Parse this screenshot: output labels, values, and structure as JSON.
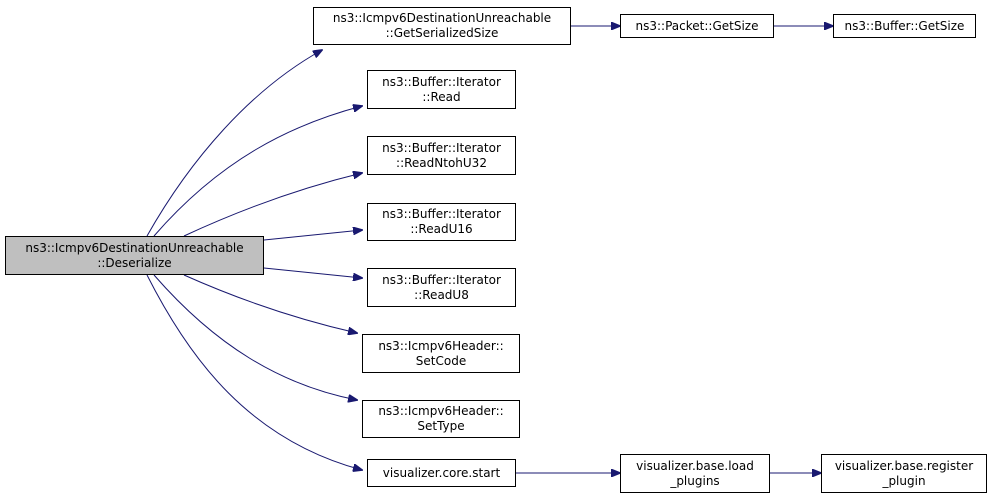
{
  "colors": {
    "edge": "#191970",
    "node_border": "#000000",
    "root_fill": "#bfbfbf",
    "node_fill": "#ffffff"
  },
  "nodes": [
    {
      "id": "deserialize",
      "lines": [
        "ns3::Icmpv6DestinationUnreachable",
        "::Deserialize"
      ],
      "root": true
    },
    {
      "id": "get-serialized-size",
      "lines": [
        "ns3::Icmpv6DestinationUnreachable",
        "::GetSerializedSize"
      ]
    },
    {
      "id": "packet-get-size",
      "lines": [
        "ns3::Packet::GetSize"
      ]
    },
    {
      "id": "buffer-get-size",
      "lines": [
        "ns3::Buffer::GetSize"
      ]
    },
    {
      "id": "iterator-read",
      "lines": [
        "ns3::Buffer::Iterator",
        "::Read"
      ]
    },
    {
      "id": "iterator-read-ntoh-u32",
      "lines": [
        "ns3::Buffer::Iterator",
        "::ReadNtohU32"
      ]
    },
    {
      "id": "iterator-read-u16",
      "lines": [
        "ns3::Buffer::Iterator",
        "::ReadU16"
      ]
    },
    {
      "id": "iterator-read-u8",
      "lines": [
        "ns3::Buffer::Iterator",
        "::ReadU8"
      ]
    },
    {
      "id": "icmpv6-set-code",
      "lines": [
        "ns3::Icmpv6Header::",
        "SetCode"
      ]
    },
    {
      "id": "icmpv6-set-type",
      "lines": [
        "ns3::Icmpv6Header::",
        "SetType"
      ]
    },
    {
      "id": "visualizer-core-start",
      "lines": [
        "visualizer.core.start"
      ]
    },
    {
      "id": "visualizer-base-load-plugins",
      "lines": [
        "visualizer.base.load",
        "_plugins"
      ]
    },
    {
      "id": "visualizer-base-register-plugin",
      "lines": [
        "visualizer.base.register",
        "_plugin"
      ]
    }
  ],
  "edges": [
    {
      "from": "deserialize",
      "to": "get-serialized-size"
    },
    {
      "from": "get-serialized-size",
      "to": "packet-get-size"
    },
    {
      "from": "packet-get-size",
      "to": "buffer-get-size"
    },
    {
      "from": "deserialize",
      "to": "iterator-read"
    },
    {
      "from": "deserialize",
      "to": "iterator-read-ntoh-u32"
    },
    {
      "from": "deserialize",
      "to": "iterator-read-u16"
    },
    {
      "from": "deserialize",
      "to": "iterator-read-u8"
    },
    {
      "from": "deserialize",
      "to": "icmpv6-set-code"
    },
    {
      "from": "deserialize",
      "to": "icmpv6-set-type"
    },
    {
      "from": "deserialize",
      "to": "visualizer-core-start"
    },
    {
      "from": "visualizer-core-start",
      "to": "visualizer-base-load-plugins"
    },
    {
      "from": "visualizer-base-load-plugins",
      "to": "visualizer-base-register-plugin"
    }
  ]
}
